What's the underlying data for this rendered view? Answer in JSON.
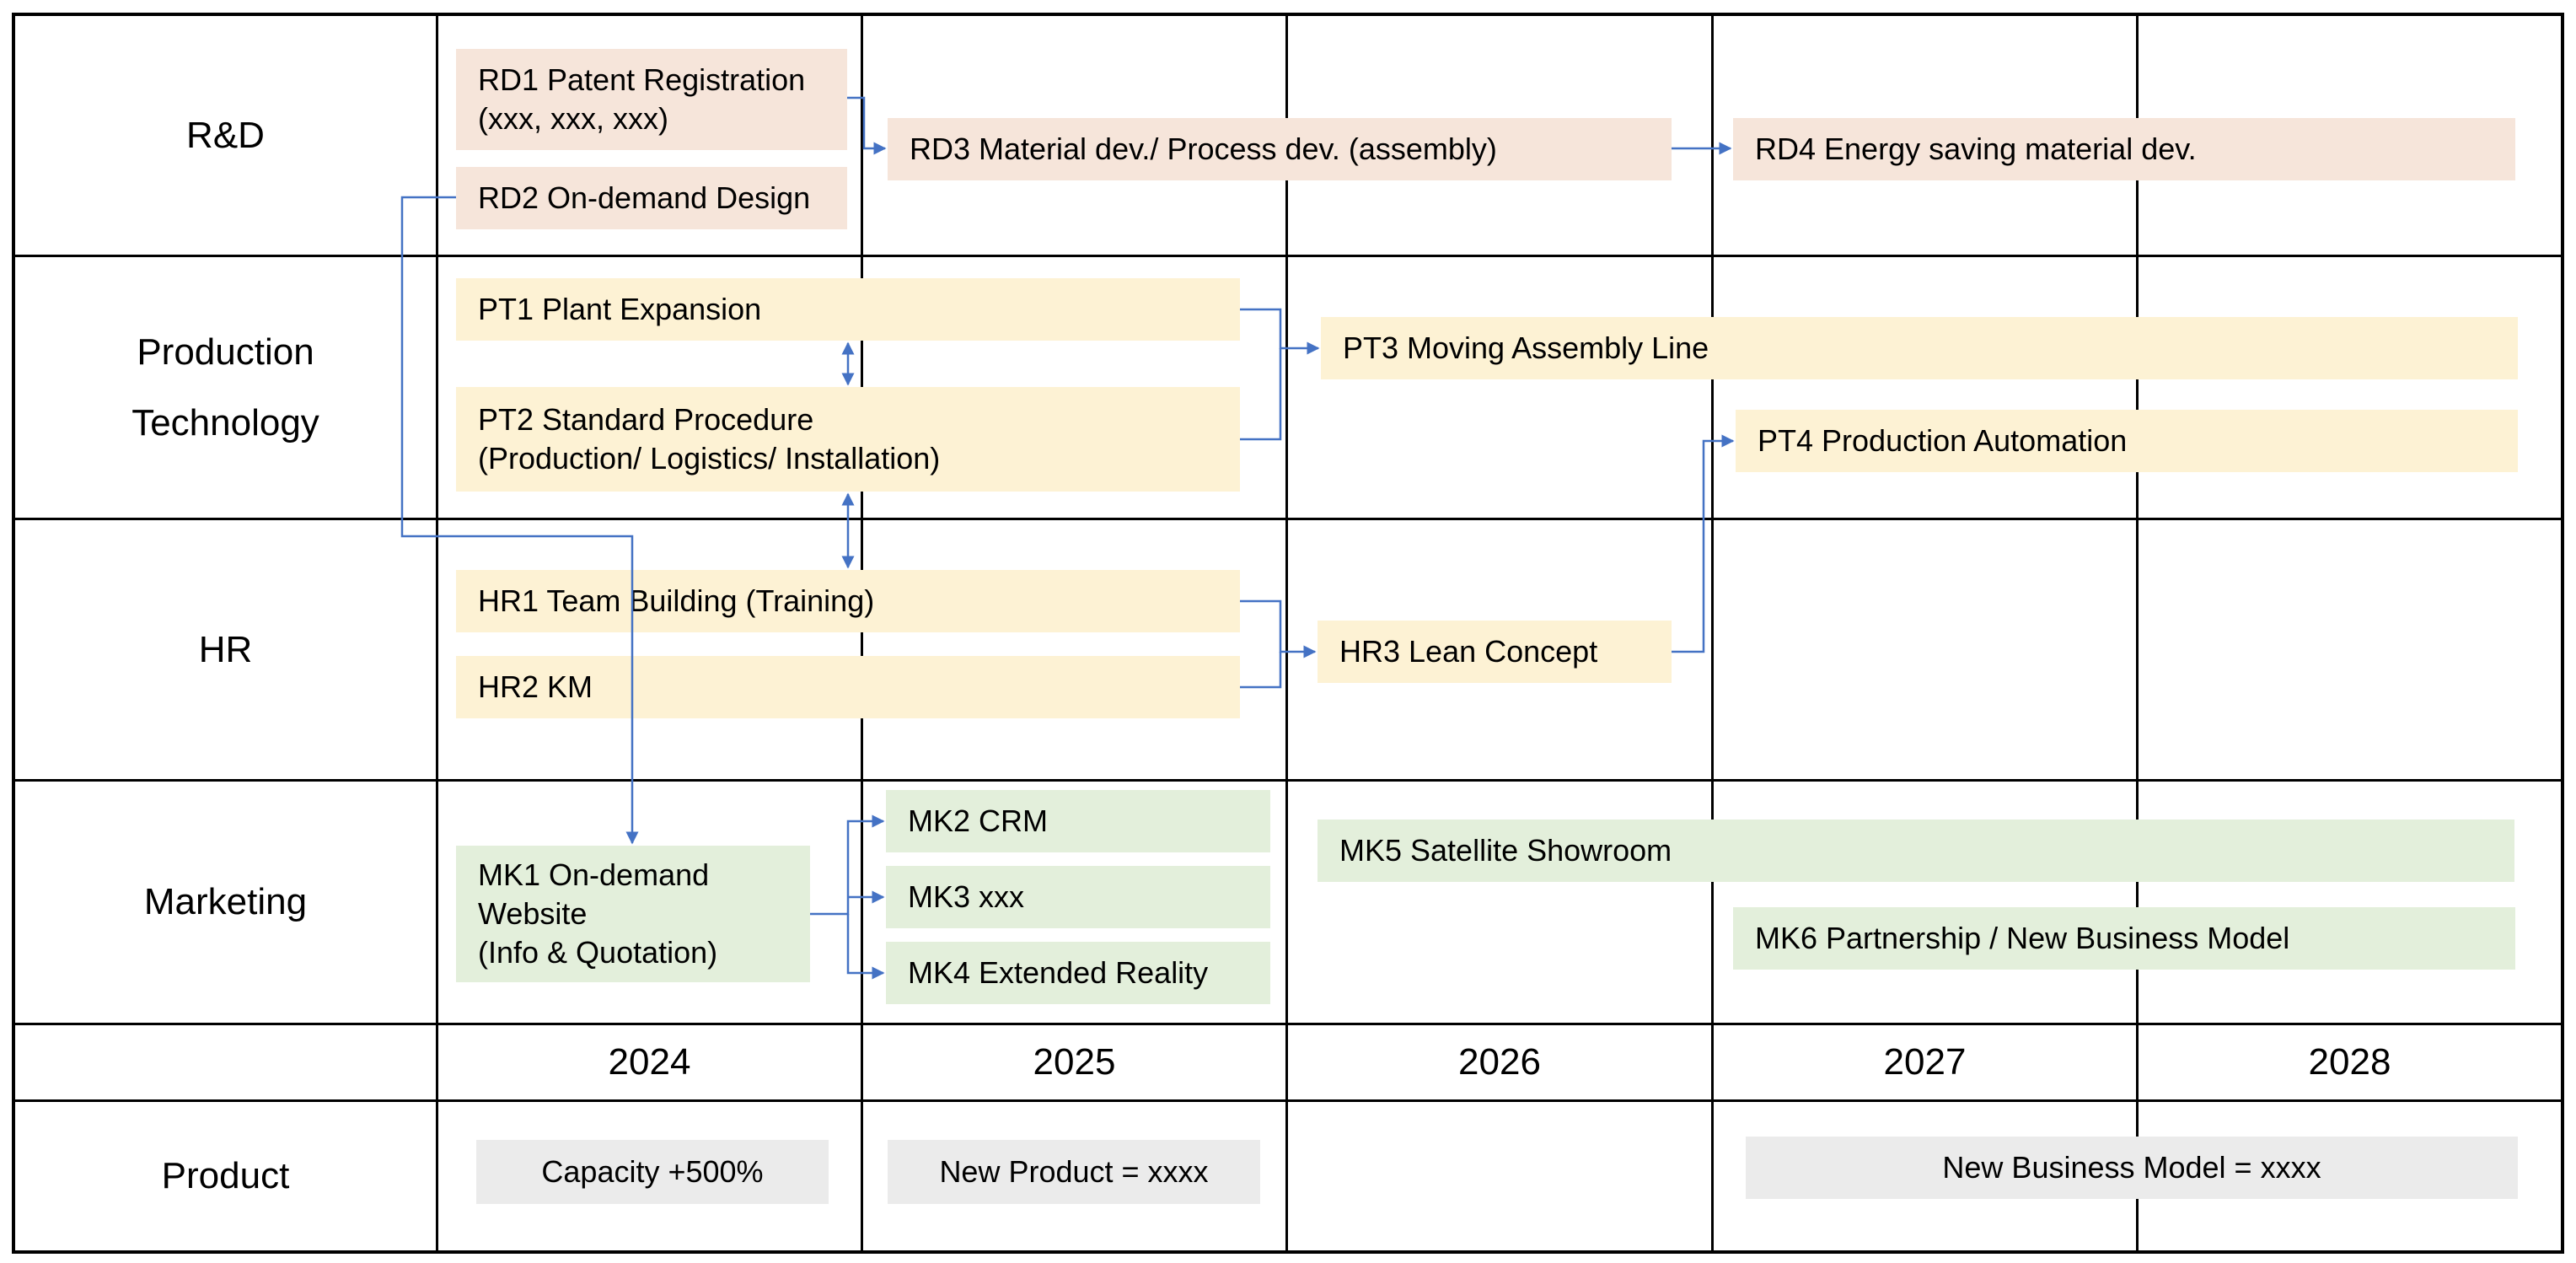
{
  "colors": {
    "rd_fill": "#F6E5DA",
    "pt_hr_fill": "#FDF2D4",
    "mk_fill": "#E3EFDB",
    "product_fill": "#EBEBEB",
    "grid": "#000000",
    "arrow": "#4472C4"
  },
  "rows": {
    "rd": "R&D",
    "pt_line1": "Production",
    "pt_line2": "Technology",
    "hr": "HR",
    "mk": "Marketing",
    "product": "Product"
  },
  "years": [
    "2024",
    "2025",
    "2026",
    "2027",
    "2028"
  ],
  "tasks": {
    "rd1": "RD1 Patent Registration\n(xxx, xxx, xxx)",
    "rd2": "RD2 On-demand Design",
    "rd3": "RD3 Material dev./ Process dev. (assembly)",
    "rd4": "RD4 Energy saving material dev.",
    "pt1": "PT1 Plant Expansion",
    "pt2": "PT2 Standard Procedure\n(Production/ Logistics/ Installation)",
    "pt3": "PT3 Moving Assembly Line",
    "pt4": "PT4 Production Automation",
    "hr1": "HR1 Team Building (Training)",
    "hr2": "HR2 KM",
    "hr3": "HR3 Lean Concept",
    "mk1": "MK1 On-demand\nWebsite\n(Info & Quotation)",
    "mk2": "MK2 CRM",
    "mk3": "MK3 xxx",
    "mk4": "MK4 Extended Reality",
    "mk5": "MK5 Satellite Showroom",
    "mk6": "MK6 Partnership / New Business Model"
  },
  "products": {
    "p2024": "Capacity +500%",
    "p2025": "New Product = xxxx",
    "p2027": "New Business Model = xxxx"
  }
}
